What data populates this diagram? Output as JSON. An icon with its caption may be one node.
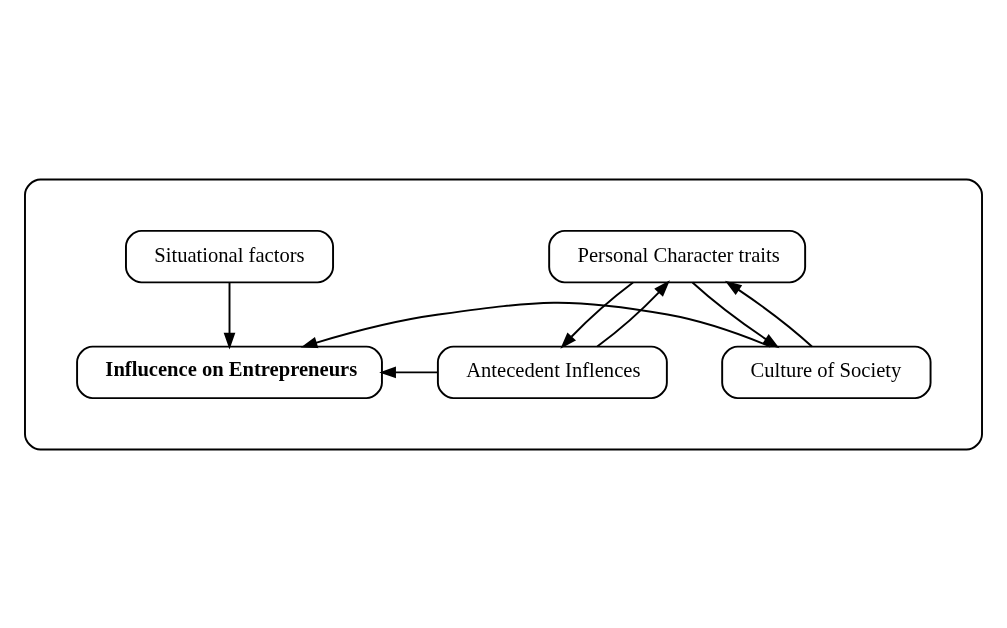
{
  "diagram": {
    "nodes": [
      {
        "text": [],
        "shape": "ellipse"
      },
      {
        "text": [
          "Personal Character traits"
        ],
        "in": 0
      },
      {
        "text": [
          "Culture of Society"
        ],
        "in": 0
      },
      {
        "text": [
          "Influcence on Entrepreneurs"
        ],
        "in": 0
      },
      {
        "text": [
          "Antecedent Inflences"
        ],
        "in": 0
      },
      {
        "text": [
          "Situational factors"
        ],
        "in": 0
      }
    ],
    "edges": [
      {
        "from": 2,
        "to": 1,
        "arrow": "to"
      },
      {
        "from": 1,
        "to": 2,
        "arrow": "to"
      },
      {
        "from": 1,
        "to": 4,
        "arrow": "to"
      },
      {
        "from": 4,
        "to": 1,
        "arrow": "to"
      },
      {
        "from": 2,
        "to": 3,
        "arrow": "to"
      },
      {
        "from": 4,
        "to": 3,
        "arrow": "to"
      },
      {
        "from": 5,
        "to": 3,
        "arrow": "to"
      }
    ]
  }
}
